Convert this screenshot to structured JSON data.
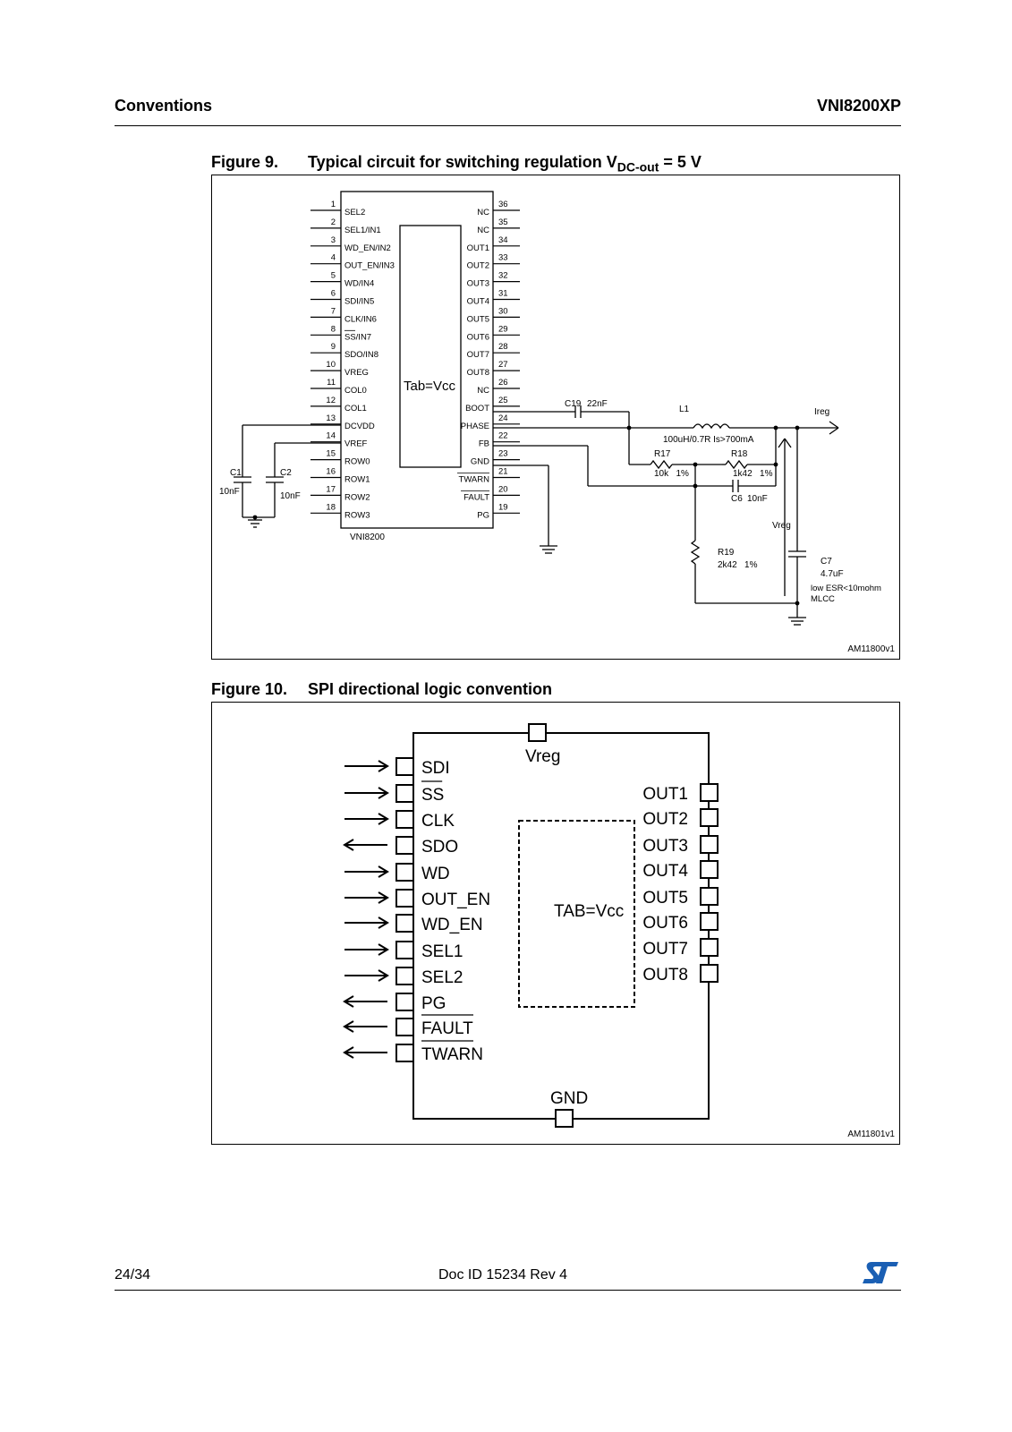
{
  "header": {
    "section": "Conventions",
    "doc_name": "VNI8200XP"
  },
  "figure9": {
    "number": "Figure 9.",
    "title": "Typical circuit for switching regulation V",
    "title_sub": "DC-out",
    "title_end": " = 5 V",
    "chip_label": "VNI8200",
    "tab_label": "Tab=Vcc",
    "left_pins": [
      {
        "num": "1",
        "name": "SEL2"
      },
      {
        "num": "2",
        "name": "SEL1/IN1"
      },
      {
        "num": "3",
        "name": "WD_EN/IN2"
      },
      {
        "num": "4",
        "name": "OUT_EN/IN3"
      },
      {
        "num": "5",
        "name": "WD/IN4"
      },
      {
        "num": "6",
        "name": "SDI/IN5"
      },
      {
        "num": "7",
        "name": "CLK/IN6"
      },
      {
        "num": "8",
        "name": "SS/IN7"
      },
      {
        "num": "9",
        "name": "SDO/IN8"
      },
      {
        "num": "10",
        "name": "VREG"
      },
      {
        "num": "11",
        "name": "COL0"
      },
      {
        "num": "12",
        "name": "COL1"
      },
      {
        "num": "13",
        "name": "DCVDD"
      },
      {
        "num": "14",
        "name": "VREF"
      },
      {
        "num": "15",
        "name": "ROW0"
      },
      {
        "num": "16",
        "name": "ROW1"
      },
      {
        "num": "17",
        "name": "ROW2"
      },
      {
        "num": "18",
        "name": "ROW3"
      }
    ],
    "right_pins": [
      {
        "num": "36",
        "name": "NC"
      },
      {
        "num": "35",
        "name": "NC"
      },
      {
        "num": "34",
        "name": "OUT1"
      },
      {
        "num": "33",
        "name": "OUT2"
      },
      {
        "num": "32",
        "name": "OUT3"
      },
      {
        "num": "31",
        "name": "OUT4"
      },
      {
        "num": "30",
        "name": "OUT5"
      },
      {
        "num": "29",
        "name": "OUT6"
      },
      {
        "num": "28",
        "name": "OUT7"
      },
      {
        "num": "27",
        "name": "OUT8"
      },
      {
        "num": "26",
        "name": "NC"
      },
      {
        "num": "25",
        "name": "BOOT"
      },
      {
        "num": "24",
        "name": "PHASE"
      },
      {
        "num": "22",
        "name": "FB"
      },
      {
        "num": "23",
        "name": "GND"
      },
      {
        "num": "21",
        "name": "TWARN"
      },
      {
        "num": "20",
        "name": "FAULT"
      },
      {
        "num": "19",
        "name": "PG"
      }
    ],
    "components": {
      "c1": "C1",
      "c1_val": "10nF",
      "c2": "C2",
      "c2_val": "10nF",
      "c19": "C19",
      "c19_val": "22nF",
      "l1": "L1",
      "l1_val": "100uH/0.7R Is>700mA",
      "r17": "R17",
      "r17_val": "10k   1%",
      "r18": "R18",
      "r18_val": "1k42   1%",
      "c6": "C6",
      "c6_val": "10nF",
      "r19": "R19",
      "r19_val": "2k42   1%",
      "c7": "C7",
      "c7_val": "4.7uF",
      "c7_note1": "low ESR<10mohm",
      "c7_note2": "MLCC",
      "ireg": "Ireg",
      "vreg": "Vreg"
    },
    "code": "AM11800v1"
  },
  "figure10": {
    "number": "Figure 10.",
    "title": "SPI directional logic convention",
    "vreg": "Vreg",
    "gnd": "GND",
    "tab": "TAB=Vcc",
    "left_pins": [
      "SDI",
      "SS",
      "CLK",
      "SDO",
      "WD",
      "OUT_EN",
      "WD_EN",
      "SEL1",
      "SEL2",
      "PG",
      "FAULT",
      "TWARN"
    ],
    "right_pins": [
      "OUT1",
      "OUT2",
      "OUT3",
      "OUT4",
      "OUT5",
      "OUT6",
      "OUT7",
      "OUT8"
    ],
    "code": "AM11801v1"
  },
  "footer": {
    "page": "24/34",
    "doc_id": "Doc ID 15234 Rev 4",
    "logo": "ST"
  }
}
